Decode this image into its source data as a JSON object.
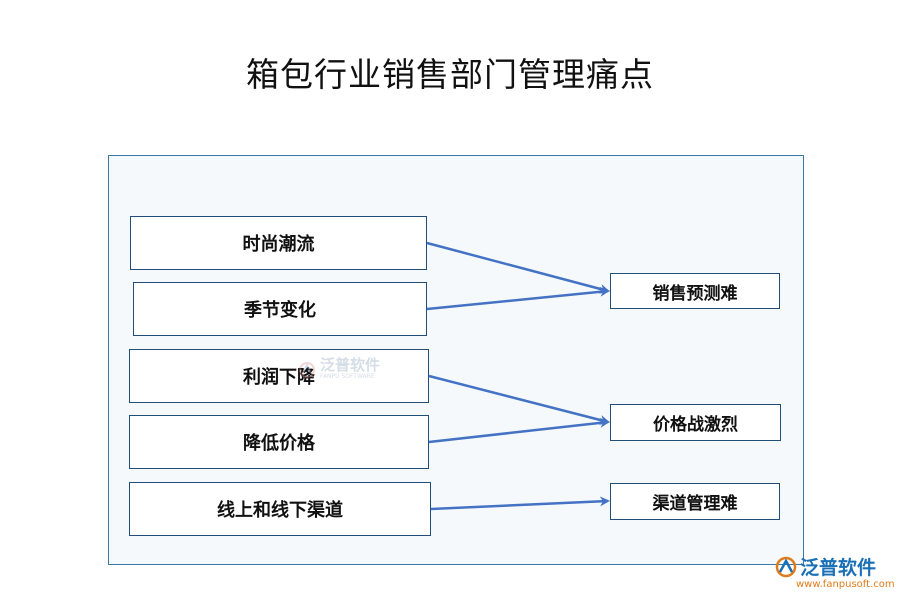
{
  "title": "箱包行业销售部门管理痛点",
  "left_items": [
    "时尚潮流",
    "季节变化",
    "利润下降",
    "降低价格",
    "线上和线下渠道"
  ],
  "right_items": [
    "销售预测难",
    "价格战激烈",
    "渠道管理难"
  ],
  "links": [
    [
      0,
      0
    ],
    [
      1,
      0
    ],
    [
      2,
      1
    ],
    [
      3,
      1
    ],
    [
      4,
      2
    ]
  ],
  "watermark": {
    "name": "泛普软件",
    "sub": "FANPU SOFTWARE"
  },
  "brand": {
    "name": "泛普软件",
    "url": "www.fanpusoft.com"
  },
  "colors": {
    "arrow": "#4472c4",
    "box_border": "#1f4e79",
    "panel_border": "#3a78a8",
    "brand": "#1a6fb5",
    "url": "#e07b1a"
  }
}
